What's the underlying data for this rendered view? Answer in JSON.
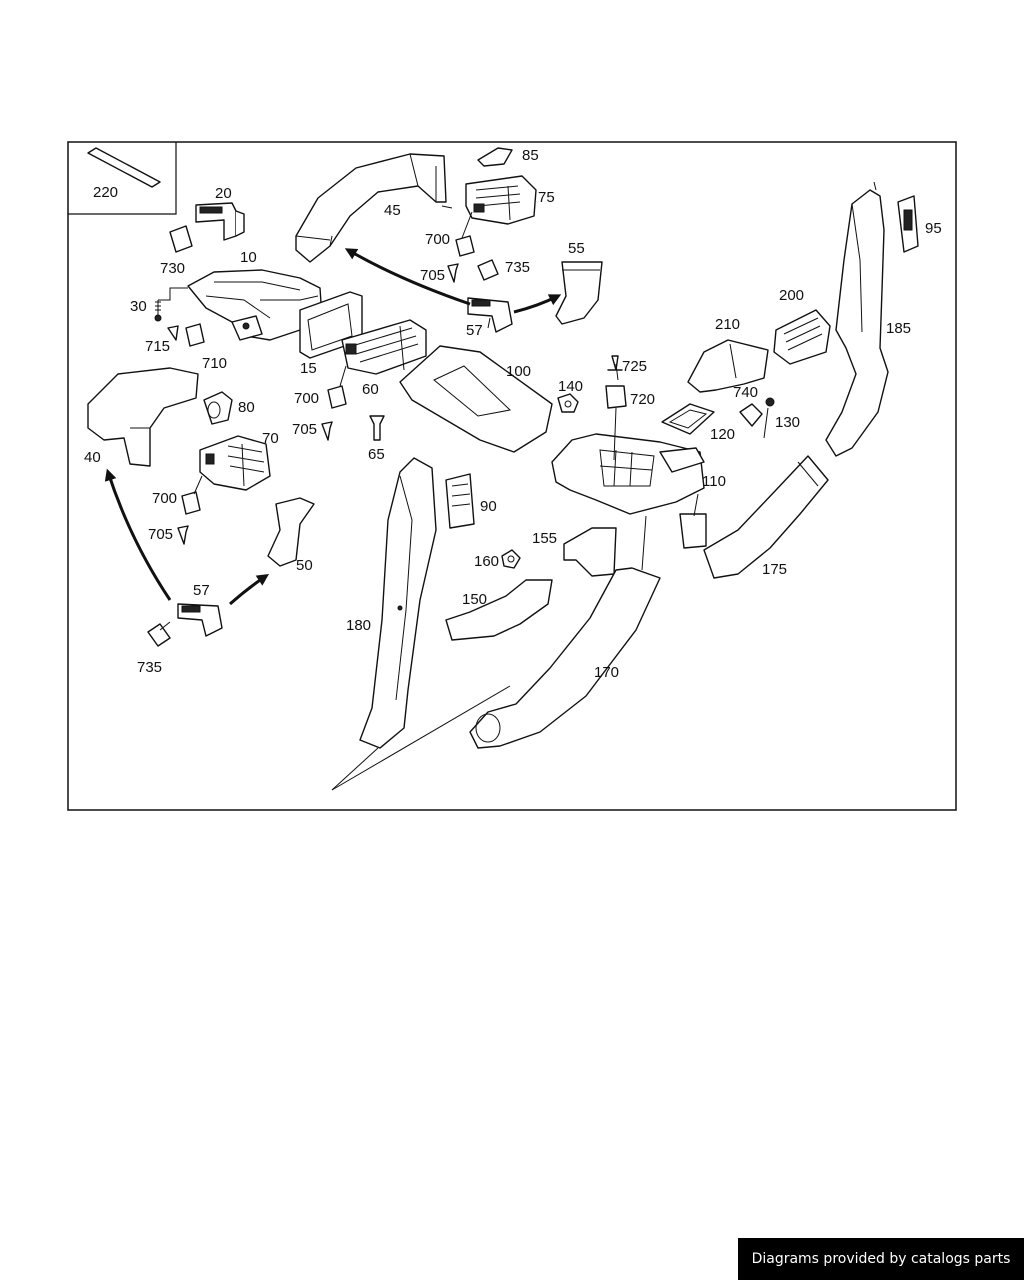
{
  "labels": {
    "p220": "220",
    "p20": "20",
    "p10": "10",
    "p730": "730",
    "p30": "30",
    "p715": "715",
    "p710": "710",
    "p15": "15",
    "p45": "45",
    "p85": "85",
    "p75": "75",
    "p700a": "700",
    "p705a": "705",
    "p735a": "735",
    "p55": "55",
    "p57a": "57",
    "p60": "60",
    "p700b": "700",
    "p705b": "705",
    "p65": "65",
    "p100": "100",
    "p140": "140",
    "p725": "725",
    "p720": "720",
    "p80": "80",
    "p70": "70",
    "p40": "40",
    "p700c": "700",
    "p705c": "705",
    "p50": "50",
    "p57b": "57",
    "p735b": "735",
    "p90": "90",
    "p155": "155",
    "p160": "160",
    "p150": "150",
    "p180": "180",
    "p170": "170",
    "p110": "110",
    "p120": "120",
    "p740": "740",
    "p130": "130",
    "p210": "210",
    "p200": "200",
    "p95": "95",
    "p185": "185",
    "p175": "175"
  },
  "footer": "Diagrams provided by catalogs parts"
}
